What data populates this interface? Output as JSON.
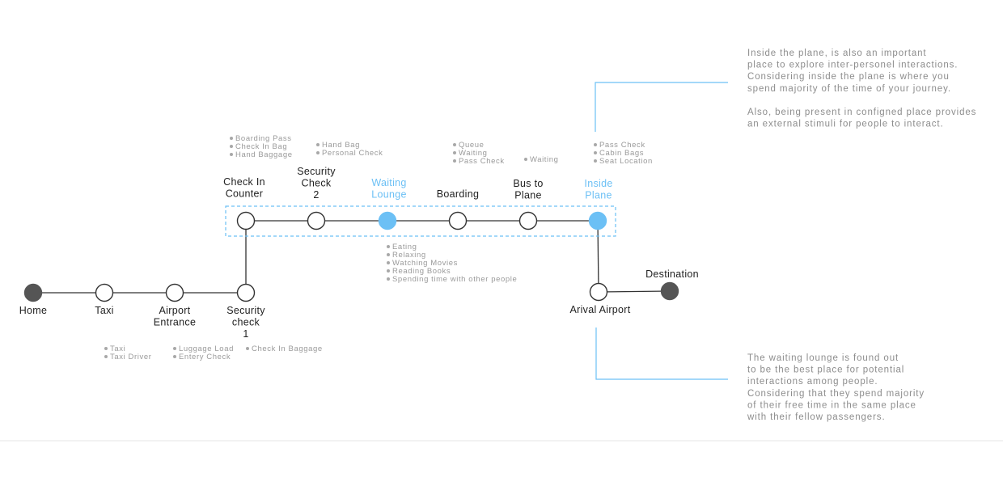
{
  "colors": {
    "line": "#333333",
    "highlight": "#6cc0f5",
    "filled_end": "#555555",
    "note_text": "#9a9a9a",
    "paragraph_text": "#8d8d8d",
    "connector": "#6cc0f5"
  },
  "stages": [
    {
      "id": "home",
      "lines": [
        "Home"
      ],
      "style": "filled"
    },
    {
      "id": "taxi",
      "lines": [
        "Taxi"
      ],
      "style": "open"
    },
    {
      "id": "airport-entrance",
      "lines": [
        "Airport",
        "Entrance"
      ],
      "style": "open"
    },
    {
      "id": "security-check-1",
      "lines": [
        "Security",
        "check",
        "1"
      ],
      "style": "open"
    },
    {
      "id": "check-in-counter",
      "lines": [
        "Check In",
        "Counter"
      ],
      "style": "open"
    },
    {
      "id": "security-check-2",
      "lines": [
        "Security",
        "Check",
        "2"
      ],
      "style": "open"
    },
    {
      "id": "waiting-lounge",
      "lines": [
        "Waiting",
        "Lounge"
      ],
      "style": "highlight"
    },
    {
      "id": "boarding",
      "lines": [
        "Boarding"
      ],
      "style": "open"
    },
    {
      "id": "bus-to-plane",
      "lines": [
        "Bus to",
        "Plane"
      ],
      "style": "open"
    },
    {
      "id": "inside-plane",
      "lines": [
        "Inside",
        "Plane"
      ],
      "style": "highlight"
    },
    {
      "id": "arival-airport",
      "lines": [
        "Arival Airport"
      ],
      "style": "open"
    },
    {
      "id": "destination",
      "lines": [
        "Destination"
      ],
      "style": "filled"
    }
  ],
  "notes": {
    "check-in-counter": [
      "Boarding Pass",
      "Check In Bag",
      "Hand Baggage"
    ],
    "security-check-2": [
      "Hand Bag",
      "Personal Check"
    ],
    "boarding": [
      "Queue",
      "Waiting",
      "Pass Check"
    ],
    "bus-to-plane": [
      "Waiting"
    ],
    "inside-plane": [
      "Pass Check",
      "Cabin Bags",
      "Seat Location"
    ],
    "waiting-lounge": [
      "Eating",
      "Relaxing",
      "Watching Movies",
      "Reading Books",
      "Spending time with other people"
    ],
    "taxi": [
      "Taxi",
      "Taxi Driver"
    ],
    "airport-entrance": [
      "Luggage Load",
      "Entery Check"
    ],
    "security-check-1": [
      "Check In Baggage"
    ]
  },
  "paragraphs": {
    "inside_plane": [
      "Inside the plane, is also an important",
      "place to explore inter-personel interactions.",
      "Considering inside the plane is where you",
      "spend majority of the time of your journey.",
      "",
      "Also, being present in configned place provides",
      "an external stimuli for people to interact."
    ],
    "waiting_lounge": [
      "The waiting lounge is found out",
      "to be the best place for potential",
      "interactions among people.",
      "Considering that they spend majority",
      "of their free time in the same place",
      "with their fellow passengers."
    ]
  }
}
